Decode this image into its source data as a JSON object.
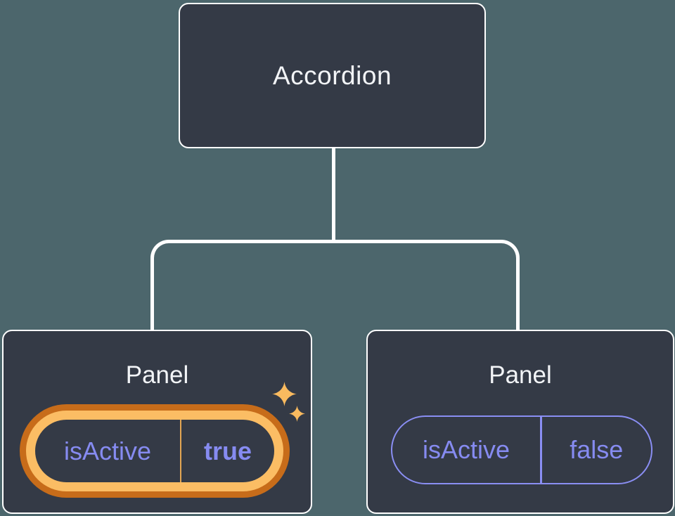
{
  "tree": {
    "root": {
      "label": "Accordion"
    },
    "children": [
      {
        "title": "Panel",
        "state_key": "isActive",
        "state_value": "true",
        "highlighted": true
      },
      {
        "title": "Panel",
        "state_key": "isActive",
        "state_value": "false",
        "highlighted": false
      }
    ]
  },
  "icons": {
    "sparkle_big": "sparkle-icon",
    "sparkle_small": "sparkle-icon"
  },
  "colors": {
    "background": "#4c666c",
    "node_fill": "#343a46",
    "node_border": "#ffffff",
    "connector": "#ffffff",
    "title_text": "#f2f4f7",
    "state_text": "#868bf1",
    "state_pill_border": "#8a8ef3",
    "highlight_ring_outer": "#c76c1a",
    "highlight_ring_inner": "#fbbd64",
    "highlight_divider": "#e2a653",
    "sparkle": "#f9ba5f"
  }
}
